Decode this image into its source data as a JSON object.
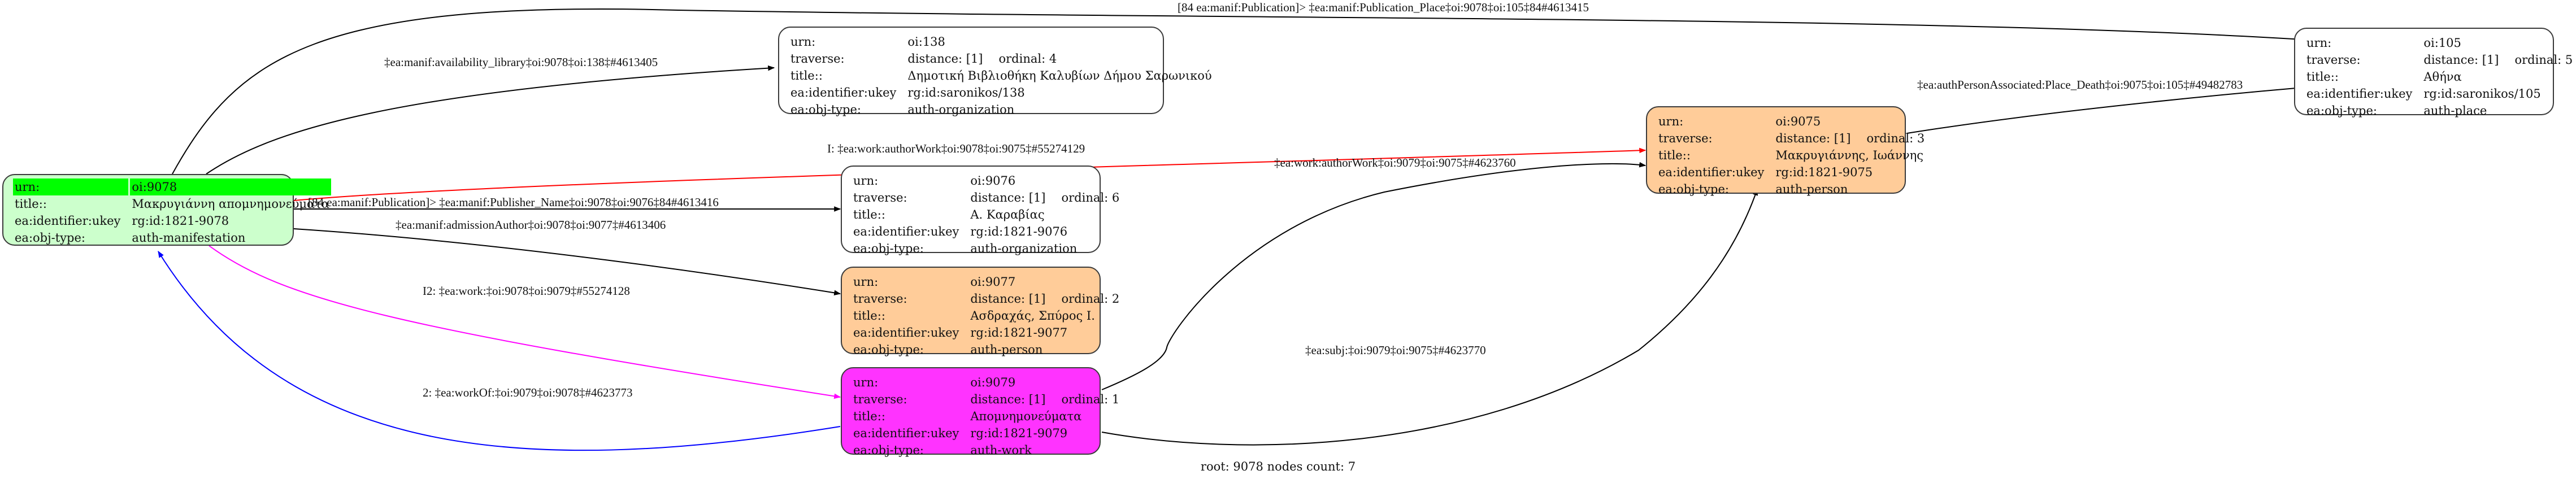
{
  "graph": {
    "footer": "root: 9078 nodes count: 7",
    "nodes": {
      "n9078": {
        "urn_label": "urn:",
        "urn": "oi:9078",
        "title_label": "title::",
        "title": "Μακρυγιάννη απομνημονεύματα",
        "ukey_label": "ea:identifier:ukey",
        "ukey": "rg:id:1821-9078",
        "type_label": "ea:obj-type:",
        "type": "auth-manifestation",
        "fill": "#ccffcc",
        "highlight": "#00ff00"
      },
      "n138": {
        "urn_label": "urn:",
        "urn": "oi:138",
        "traverse_label": "traverse:",
        "distance": "distance: [1]",
        "ordinal": "ordinal: 4",
        "title_label": "title::",
        "title": "Δημοτική Βιβλιοθήκη Καλυβίων Δήμου Σαρωνικού",
        "ukey_label": "ea:identifier:ukey",
        "ukey": "rg:id:saronikos/138",
        "type_label": "ea:obj-type:",
        "type": "auth-organization",
        "fill": "#ffffff"
      },
      "n9076": {
        "urn_label": "urn:",
        "urn": "oi:9076",
        "traverse_label": "traverse:",
        "distance": "distance: [1]",
        "ordinal": "ordinal: 6",
        "title_label": "title::",
        "title": "Α. Καραβίας",
        "ukey_label": "ea:identifier:ukey",
        "ukey": "rg:id:1821-9076",
        "type_label": "ea:obj-type:",
        "type": "auth-organization",
        "fill": "#ffffff"
      },
      "n9077": {
        "urn_label": "urn:",
        "urn": "oi:9077",
        "traverse_label": "traverse:",
        "distance": "distance: [1]",
        "ordinal": "ordinal: 2",
        "title_label": "title::",
        "title": "Ασδραχάς, Σπύρος Ι.",
        "ukey_label": "ea:identifier:ukey",
        "ukey": "rg:id:1821-9077",
        "type_label": "ea:obj-type:",
        "type": "auth-person",
        "fill": "#ffcc99"
      },
      "n9079": {
        "urn_label": "urn:",
        "urn": "oi:9079",
        "traverse_label": "traverse:",
        "distance": "distance: [1]",
        "ordinal": "ordinal: 1",
        "title_label": "title::",
        "title": "Απομνημονεύματα",
        "ukey_label": "ea:identifier:ukey",
        "ukey": "rg:id:1821-9079",
        "type_label": "ea:obj-type:",
        "type": "auth-work",
        "fill": "#ff33ff"
      },
      "n9075": {
        "urn_label": "urn:",
        "urn": "oi:9075",
        "traverse_label": "traverse:",
        "distance": "distance: [1]",
        "ordinal": "ordinal: 3",
        "title_label": "title::",
        "title": "Μακρυγιάννης, Ιωάννης",
        "ukey_label": "ea:identifier:ukey",
        "ukey": "rg:id:1821-9075",
        "type_label": "ea:obj-type:",
        "type": "auth-person",
        "fill": "#ffcc99"
      },
      "n105": {
        "urn_label": "urn:",
        "urn": "oi:105",
        "traverse_label": "traverse:",
        "distance": "distance: [1]",
        "ordinal": "ordinal: 5",
        "title_label": "title::",
        "title": "Αθήνα",
        "ukey_label": "ea:identifier:ukey",
        "ukey": "rg:id:saronikos/105",
        "type_label": "ea:obj-type:",
        "type": "auth-place",
        "fill": "#ffffff"
      }
    },
    "edges": {
      "pub_place": {
        "label": "[84 ea:manif:Publication]> ‡ea:manif:Publication_Place‡oi:9078‡oi:105‡84#4613415",
        "from": "oi:9078",
        "to": "oi:105",
        "color": "#000000"
      },
      "availability": {
        "label": "‡ea:manif:availability_library‡oi:9078‡oi:138‡#4613405",
        "from": "oi:9078",
        "to": "oi:138",
        "color": "#000000"
      },
      "author_work_i": {
        "label": "I: ‡ea:work:authorWork‡oi:9078‡oi:9075‡#55274129",
        "from": "oi:9078",
        "to": "oi:9075",
        "color": "#ff0000"
      },
      "publisher": {
        "label": "[84 ea:manif:Publication]> ‡ea:manif:Publisher_Name‡oi:9078‡oi:9076‡84#4613416",
        "from": "oi:9078",
        "to": "oi:9076",
        "color": "#000000"
      },
      "admission_author": {
        "label": "‡ea:manif:admissionAuthor‡oi:9078‡oi:9077‡#4613406",
        "from": "oi:9078",
        "to": "oi:9077",
        "color": "#000000"
      },
      "work_i2": {
        "label": "I2: ‡ea:work:‡oi:9078‡oi:9079‡#55274128",
        "from": "oi:9078",
        "to": "oi:9079",
        "color": "#ff00ff"
      },
      "work_of": {
        "label": "2: ‡ea:workOf:‡oi:9079‡oi:9078‡#4623773",
        "from": "oi:9079",
        "to": "oi:9078",
        "color": "#0000ff"
      },
      "author_work": {
        "label": "‡ea:work:authorWork‡oi:9079‡oi:9075‡#4623760",
        "from": "oi:9079",
        "to": "oi:9075",
        "color": "#000000"
      },
      "subj": {
        "label": "‡ea:subj:‡oi:9079‡oi:9075‡#4623770",
        "from": "oi:9079",
        "to": "oi:9075",
        "color": "#000000"
      },
      "place_death": {
        "label": "‡ea:authPersonAssociated:Place_Death‡oi:9075‡oi:105‡#49482783",
        "from": "oi:9075",
        "to": "oi:105",
        "color": "#000000"
      }
    }
  }
}
